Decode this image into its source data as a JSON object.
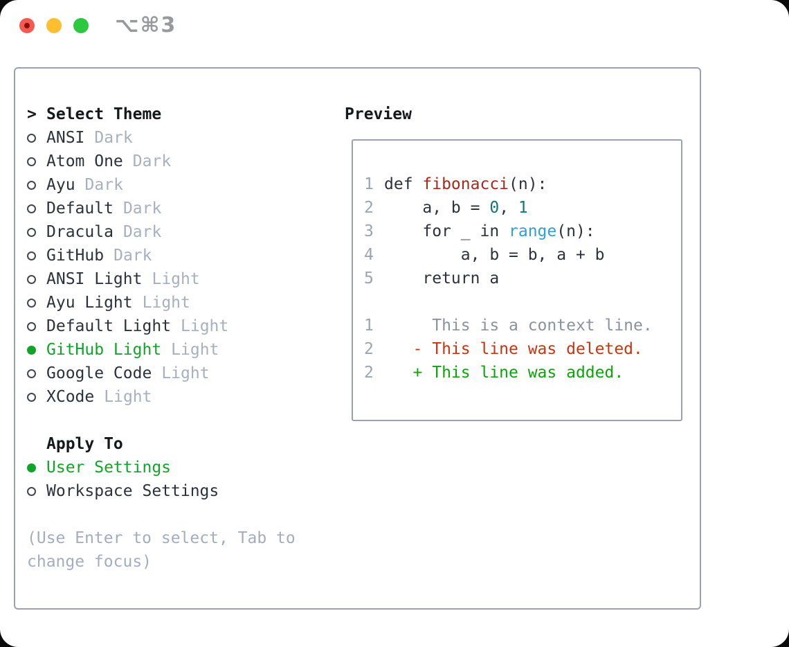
{
  "window": {
    "shortcut": "⌥⌘3",
    "controls": [
      {
        "name": "close"
      },
      {
        "name": "minimize"
      },
      {
        "name": "maximize"
      }
    ]
  },
  "icons": {
    "heading_cursor": ">",
    "radio_selected": "filled-circle",
    "radio_unselected": "outline-circle"
  },
  "theme_picker": {
    "heading": "Select Theme",
    "heading_prefix": ">",
    "items": [
      {
        "name": "ANSI",
        "tag": "Dark",
        "selected": false
      },
      {
        "name": "Atom One",
        "tag": "Dark",
        "selected": false
      },
      {
        "name": "Ayu",
        "tag": "Dark",
        "selected": false
      },
      {
        "name": "Default",
        "tag": "Dark",
        "selected": false
      },
      {
        "name": "Dracula",
        "tag": "Dark",
        "selected": false
      },
      {
        "name": "GitHub",
        "tag": "Dark",
        "selected": false
      },
      {
        "name": "ANSI Light",
        "tag": "Light",
        "selected": false
      },
      {
        "name": "Ayu Light",
        "tag": "Light",
        "selected": false
      },
      {
        "name": "Default Light",
        "tag": "Light",
        "selected": false
      },
      {
        "name": "GitHub Light",
        "tag": "Light",
        "selected": true
      },
      {
        "name": "Google Code",
        "tag": "Light",
        "selected": false
      },
      {
        "name": "XCode",
        "tag": "Light",
        "selected": false
      }
    ]
  },
  "apply_to": {
    "heading": "Apply To",
    "options": [
      {
        "name": "User Settings",
        "selected": true
      },
      {
        "name": "Workspace Settings",
        "selected": false
      }
    ]
  },
  "hint": {
    "line1": "(Use Enter to select, Tab to",
    "line2": "change focus)"
  },
  "preview": {
    "heading": "Preview",
    "lines": [
      {
        "num": "1",
        "tokens": [
          {
            "t": "def ",
            "c": "text"
          },
          {
            "t": "fibonacci",
            "c": "func"
          },
          {
            "t": "(n):",
            "c": "text"
          }
        ]
      },
      {
        "num": "2",
        "tokens": [
          {
            "t": "    a, b = ",
            "c": "text"
          },
          {
            "t": "0",
            "c": "number"
          },
          {
            "t": ", ",
            "c": "text"
          },
          {
            "t": "1",
            "c": "number"
          }
        ]
      },
      {
        "num": "3",
        "tokens": [
          {
            "t": "    for _ in ",
            "c": "text"
          },
          {
            "t": "range",
            "c": "builtin"
          },
          {
            "t": "(n):",
            "c": "text"
          }
        ]
      },
      {
        "num": "4",
        "tokens": [
          {
            "t": "        a, b = b, a + b",
            "c": "text"
          }
        ]
      },
      {
        "num": "5",
        "tokens": [
          {
            "t": "    return a",
            "c": "text"
          }
        ]
      },
      {
        "num": "",
        "tokens": []
      },
      {
        "num": "1",
        "tokens": [
          {
            "t": "     This is a context line.",
            "c": "context"
          }
        ]
      },
      {
        "num": "2",
        "tokens": [
          {
            "t": "   - This line was deleted.",
            "c": "deleted"
          }
        ]
      },
      {
        "num": "2",
        "tokens": [
          {
            "t": "   + This line was added.",
            "c": "added"
          }
        ]
      }
    ]
  },
  "colors": {
    "accent_green": "#10a428",
    "added_green": "#0ba50b",
    "deleted_red": "#c63512",
    "func_red": "#a7281c",
    "number_teal": "#10767b",
    "builtin_blue": "#2f9fd6",
    "context_gray": "#8b929d",
    "linenum_gray": "#9aa4b3",
    "text_dark": "#2b323b",
    "heading_dark": "#16181c",
    "muted_gray": "#a6b0bf",
    "hint_gray": "#a3adbc",
    "border_gray": "#98a2ae",
    "circle_gray": "#42474e",
    "tl_red": "#f6594f",
    "tl_red_dot": "#8a100a",
    "tl_yellow": "#fdbe30",
    "tl_green": "#2bc840",
    "shortcut_gray": "#97999b"
  }
}
